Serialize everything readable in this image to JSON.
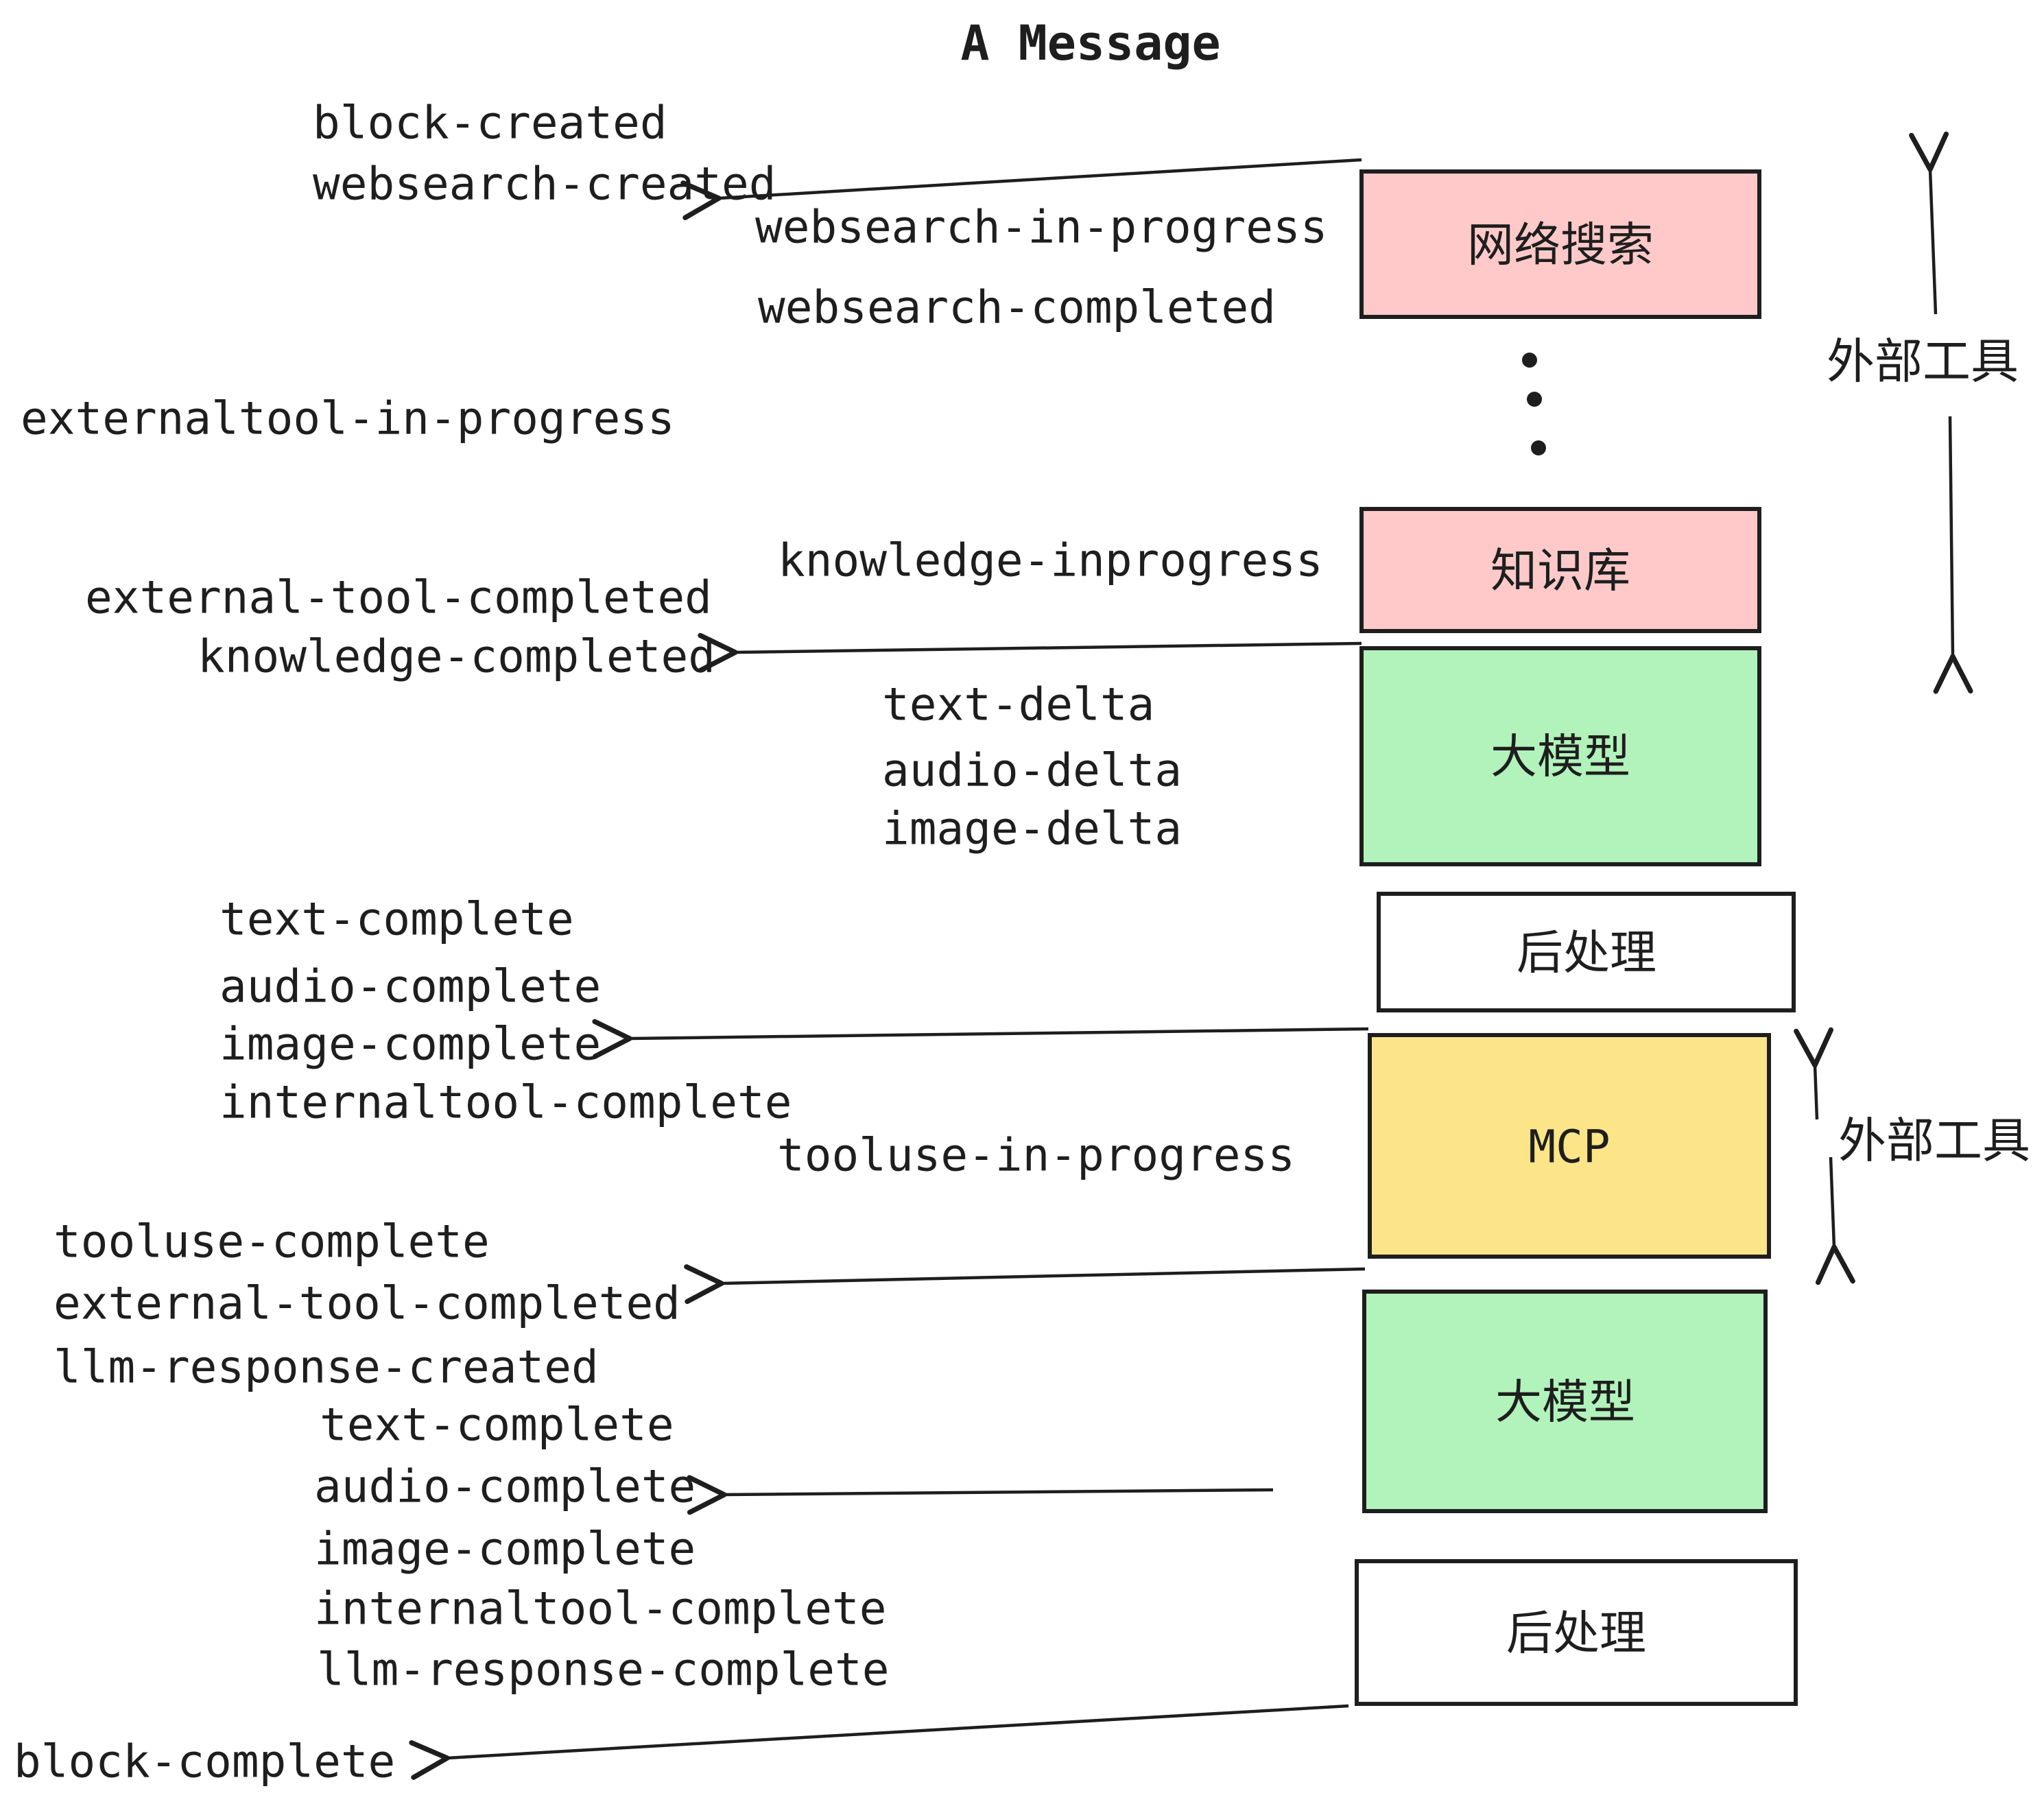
{
  "title": "A Message",
  "colors": {
    "ink": "#1e1e1e",
    "pink": "#ffc9c9",
    "green": "#b2f2bb",
    "yellow": "#fbe588",
    "white": "#ffffff"
  },
  "boxes": [
    {
      "id": "websearch",
      "label": "网络搜索",
      "fill": "pink"
    },
    {
      "id": "knowledge",
      "label": "知识库",
      "fill": "pink"
    },
    {
      "id": "llm-1",
      "label": "大模型",
      "fill": "green"
    },
    {
      "id": "post-1",
      "label": "后处理",
      "fill": "white"
    },
    {
      "id": "mcp",
      "label": "MCP",
      "fill": "yellow"
    },
    {
      "id": "llm-2",
      "label": "大模型",
      "fill": "green"
    },
    {
      "id": "post-2",
      "label": "后处理",
      "fill": "white"
    }
  ],
  "events": [
    {
      "text": "block-created"
    },
    {
      "text": "websearch-created"
    },
    {
      "text": "websearch-in-progress"
    },
    {
      "text": "websearch-completed"
    },
    {
      "text": "externaltool-in-progress"
    },
    {
      "text": "knowledge-inprogress"
    },
    {
      "text": "external-tool-completed"
    },
    {
      "text": "knowledge-completed"
    },
    {
      "text": "text-delta"
    },
    {
      "text": "audio-delta"
    },
    {
      "text": "image-delta"
    },
    {
      "text": "text-complete"
    },
    {
      "text": "audio-complete"
    },
    {
      "text": "image-complete"
    },
    {
      "text": "internaltool-complete"
    },
    {
      "text": "tooluse-in-progress"
    },
    {
      "text": "tooluse-complete"
    },
    {
      "text": "external-tool-completed"
    },
    {
      "text": "llm-response-created"
    },
    {
      "text": "text-complete"
    },
    {
      "text": "audio-complete"
    },
    {
      "text": "image-complete"
    },
    {
      "text": "internaltool-complete"
    },
    {
      "text": "llm-response-complete"
    },
    {
      "text": "block-complete"
    }
  ],
  "side_labels": [
    {
      "text": "外部工具"
    },
    {
      "text": "外部工具"
    }
  ]
}
